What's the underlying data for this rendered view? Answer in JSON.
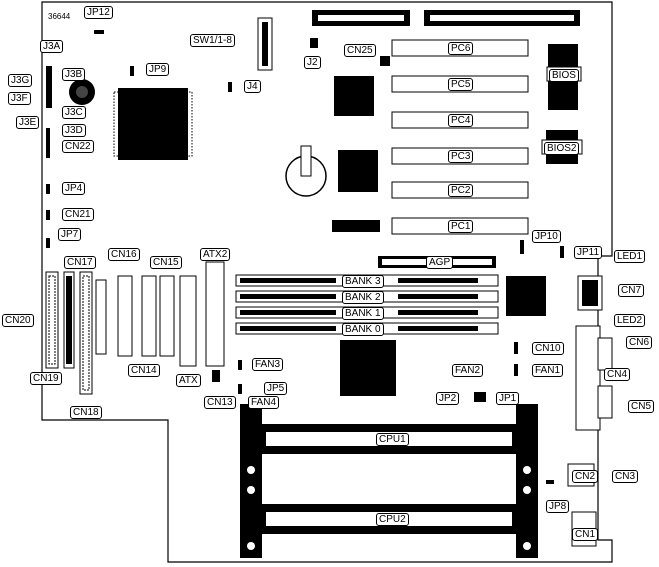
{
  "diagram_id": "36644",
  "labels": {
    "jp12": "JP12",
    "sw1": "SW1/1-8",
    "j3a": "J3A",
    "j3b": "J3B",
    "j3g": "J3G",
    "j3f": "J3F",
    "j3c": "J3C",
    "j3e": "J3E",
    "j3d": "J3D",
    "jp9": "JP9",
    "j4": "J4",
    "j2": "J2",
    "cn25": "CN25",
    "cn22": "CN22",
    "jp4": "JP4",
    "cn21": "CN21",
    "jp7": "JP7",
    "cn17": "CN17",
    "cn16": "CN16",
    "cn15": "CN15",
    "atx2": "ATX2",
    "cn20": "CN20",
    "cn19": "CN19",
    "cn14": "CN14",
    "atx": "ATX",
    "cn18": "CN18",
    "cn13": "CN13",
    "fan3": "FAN3",
    "jp5": "JP5",
    "fan4": "FAN4",
    "fan2": "FAN2",
    "fan1": "FAN1",
    "cn10": "CN10",
    "jp2": "JP2",
    "jp1": "JP1",
    "jp10": "JP10",
    "jp11": "JP11",
    "led1": "LED1",
    "cn7": "CN7",
    "led2": "LED2",
    "cn6": "CN6",
    "cn4": "CN4",
    "cn5": "CN5",
    "cn2": "CN2",
    "cn3": "CN3",
    "jp8": "JP8",
    "cn1": "CN1",
    "bios": "BIOS",
    "bios2": "BIOS2",
    "agp": "AGP"
  },
  "pci_slots": [
    "PC6",
    "PC5",
    "PC4",
    "PC3",
    "PC2",
    "PC1"
  ],
  "memory_banks": [
    "BANK 3",
    "BANK 2",
    "BANK 1",
    "BANK 0"
  ],
  "cpu_slots": [
    "CPU1",
    "CPU2"
  ]
}
